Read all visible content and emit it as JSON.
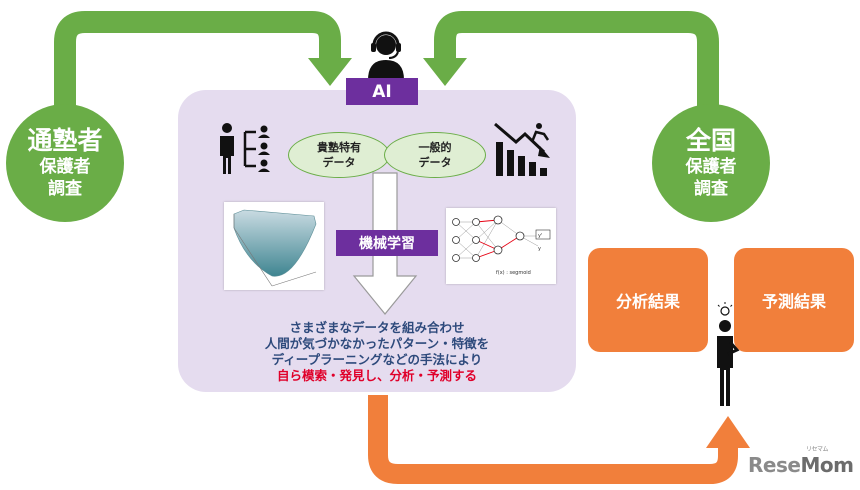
{
  "left_circle": {
    "line1": "通塾者",
    "line2": "保護者",
    "line3": "調査"
  },
  "right_circle": {
    "line1": "全国",
    "line2": "保護者",
    "line3": "調査"
  },
  "ai_label": "AI",
  "oval_left": {
    "line1": "貴塾特有",
    "line2": "データ"
  },
  "oval_right": {
    "line1": "一般的",
    "line2": "データ"
  },
  "ml_label": "機械学習",
  "nn_formula": "f(x) : segmoid",
  "description": {
    "line1": "さまざまなデータを組み合わせ",
    "line2": "人間が気づかなかったパターン・特徴を",
    "line3": "ディープラーニングなどの手法により",
    "line4": "自ら模索・発見し、分析・予測する"
  },
  "result_boxes": {
    "analysis": "分析結果",
    "prediction": "予測結果"
  },
  "logo": {
    "part1": "Rese",
    "part2": "Mom",
    "ruby": "リセマム"
  },
  "colors": {
    "green": "#6aad47",
    "purple": "#6d2f9e",
    "panel": "#e5dcef",
    "orange": "#f17f3b",
    "blue_text": "#2e4a7c",
    "red_text": "#e0002a"
  }
}
